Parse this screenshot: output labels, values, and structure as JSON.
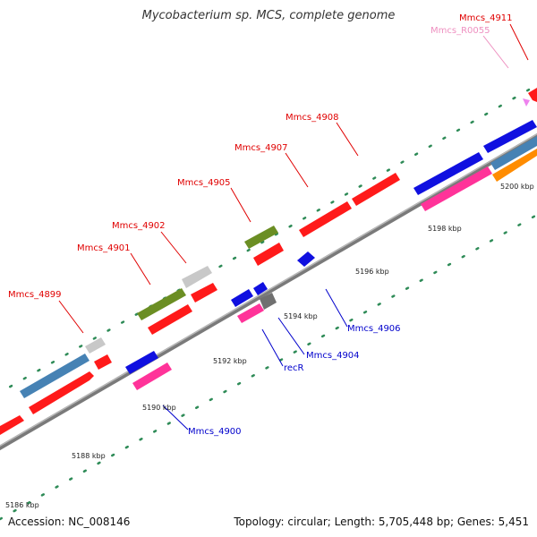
{
  "title": "Mycobacterium sp. MCS, complete genome",
  "footer": {
    "accession": "Accession: NC_008146",
    "topology": "Topology: circular; Length: 5,705,448 bp; Genes: 5,451"
  },
  "colors": {
    "red": "#ff1a1a",
    "blue": "#1010e0",
    "steelblue": "#4682b4",
    "olive": "#6b8e23",
    "pink": "#ff3399",
    "gray": "#c8c8c8",
    "darkgray": "#707070",
    "orange": "#ff8c00",
    "lightpink": "#ee82ee",
    "label_red": "#e00000",
    "label_blue": "#0000cc",
    "label_pink": "#ee90c0"
  },
  "ticks": [
    "5186 kbp",
    "5188 kbp",
    "5190 kbp",
    "5192 kbp",
    "5194 kbp",
    "5196 kbp",
    "5198 kbp",
    "5200 kbp"
  ],
  "labels": [
    "Mmcs_4899",
    "Mmcs_4900",
    "Mmcs_4901",
    "Mmcs_4902",
    "recR",
    "Mmcs_4904",
    "Mmcs_4905",
    "Mmcs_4906",
    "Mmcs_4907",
    "Mmcs_4908",
    "Mmcs_R0055",
    "Mmcs_4911"
  ]
}
